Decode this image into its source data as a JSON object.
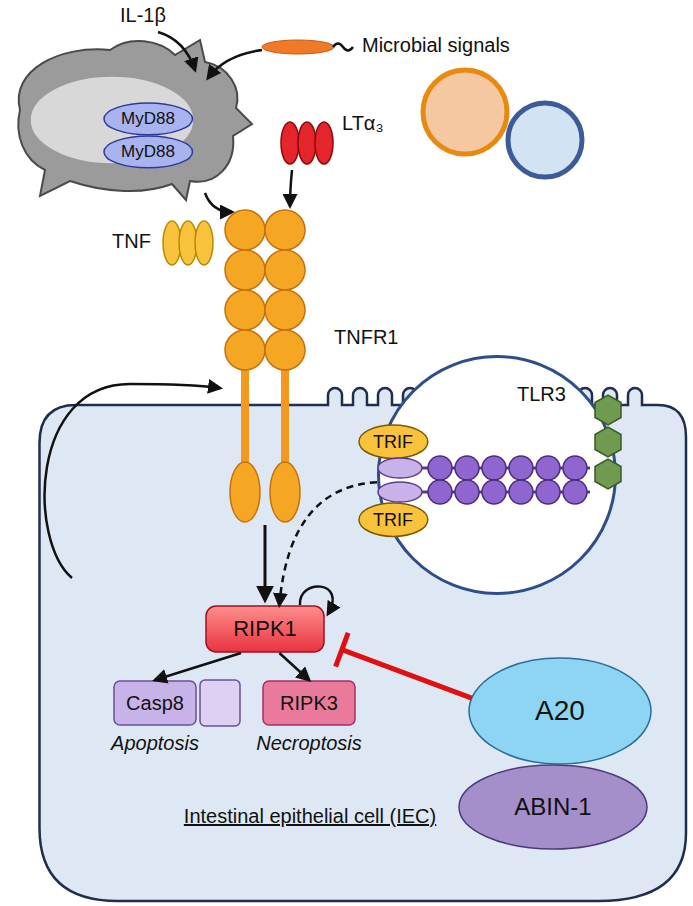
{
  "diagram": {
    "nodes": [
      {
        "text": [
          "MyD88"
        ]
      },
      {
        "text": [
          "MyD88"
        ]
      },
      {
        "text": [
          "Intestinal epithelial cell (IEC)"
        ]
      },
      {
        "text": [
          "TLR3"
        ],
        "in": 2
      },
      {
        "text": [
          "TRIF"
        ],
        "in": 2
      },
      {
        "text": [
          "TRIF"
        ],
        "in": 2
      },
      {
        "text": [
          "RIPK1"
        ],
        "in": 2
      },
      {
        "text": [
          "Casp8",
          "Apoptosis"
        ],
        "in": 2
      },
      {
        "text": [
          "RIPK3",
          "Necroptosis"
        ],
        "in": 2
      },
      {
        "text": [
          "A20"
        ],
        "in": 2
      },
      {
        "text": [
          "ABIN-1"
        ],
        "in": 2
      }
    ],
    "edges": [
      {
        "from": 6,
        "to": 7,
        "arrow": "to"
      },
      {
        "from": 6,
        "to": 8,
        "arrow": "to"
      },
      {
        "from": 3,
        "to": 6,
        "arrow": "to"
      },
      {
        "from": 9,
        "to": 6,
        "arrow": "to"
      }
    ],
    "labels": [
      "IL-1β",
      "Microbial signals",
      "LTα₃",
      "TNF",
      "TNFR1"
    ]
  }
}
